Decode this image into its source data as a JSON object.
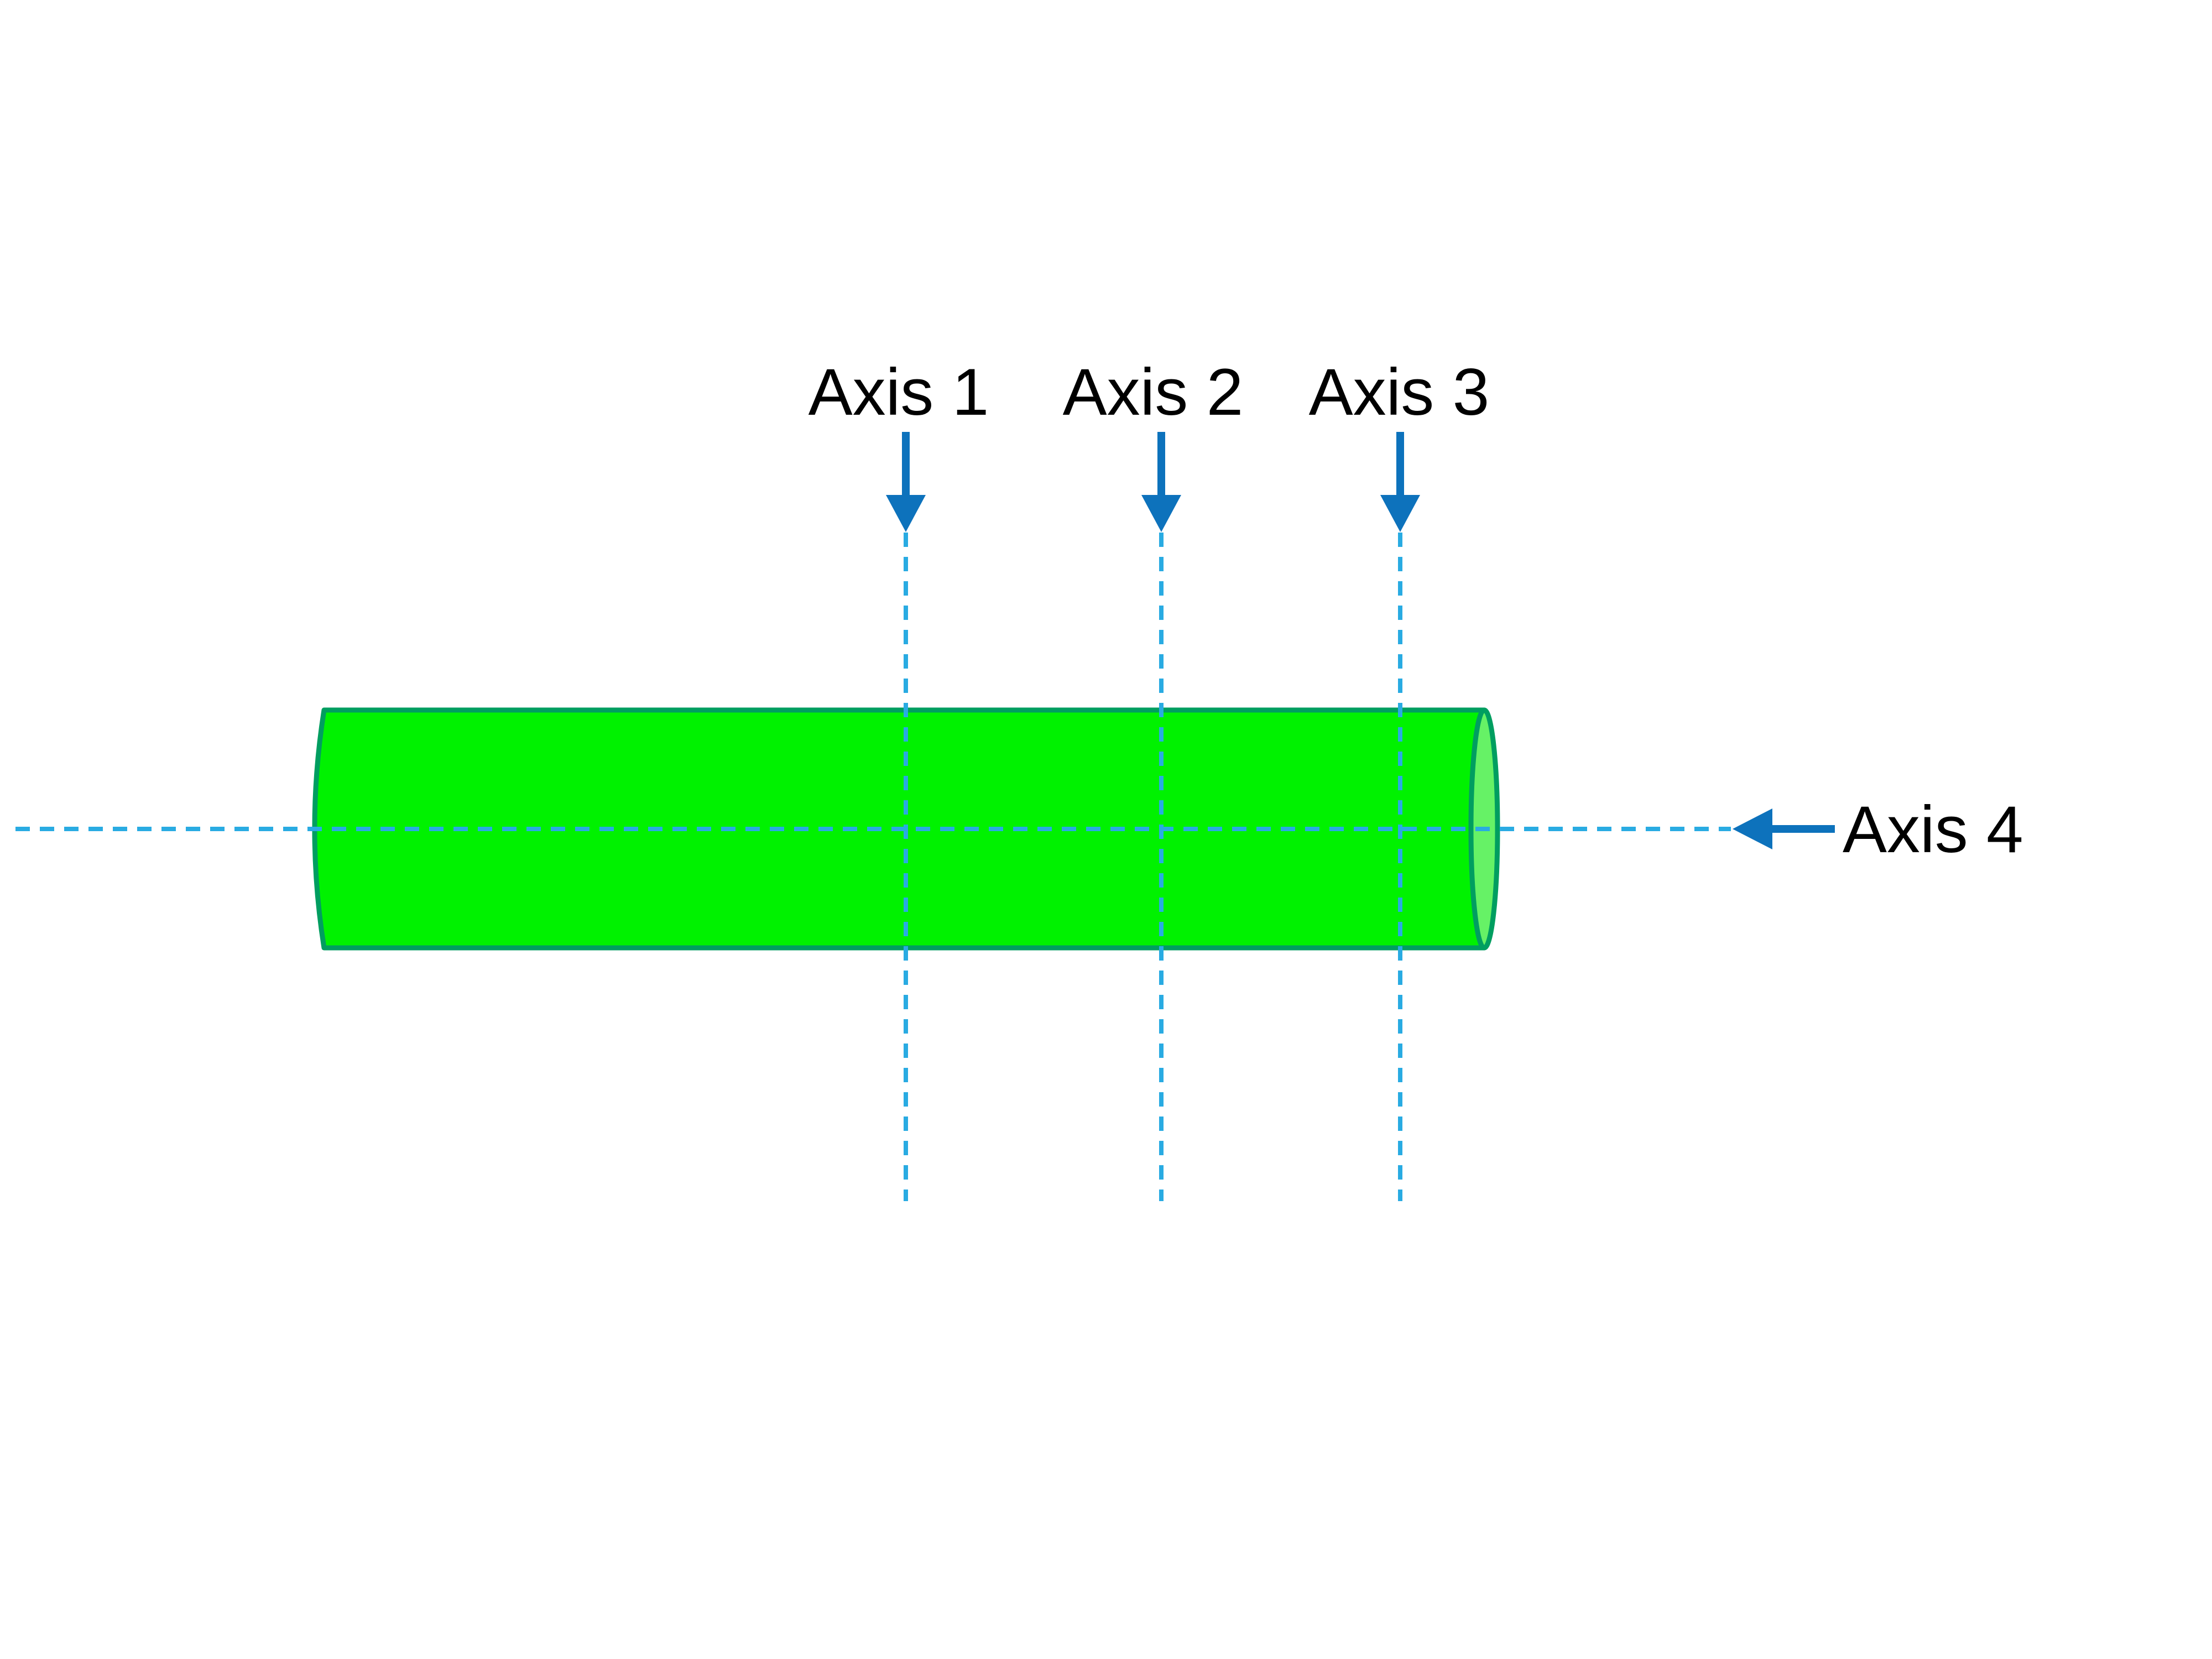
{
  "diagram": {
    "description": "Cylinder with four rotation/section axes",
    "labels": {
      "axis1": "Axis 1",
      "axis2": "Axis 2",
      "axis3": "Axis 3",
      "axis4": "Axis 4"
    }
  },
  "colors": {
    "background": "#ffffff",
    "cylinder_fill": "#00f200",
    "cylinder_face_fill": "#66f266",
    "cylinder_stroke": "#009e60",
    "dashed_line": "#29abe2",
    "arrow": "#0d72bc",
    "label_text": "#000000"
  }
}
